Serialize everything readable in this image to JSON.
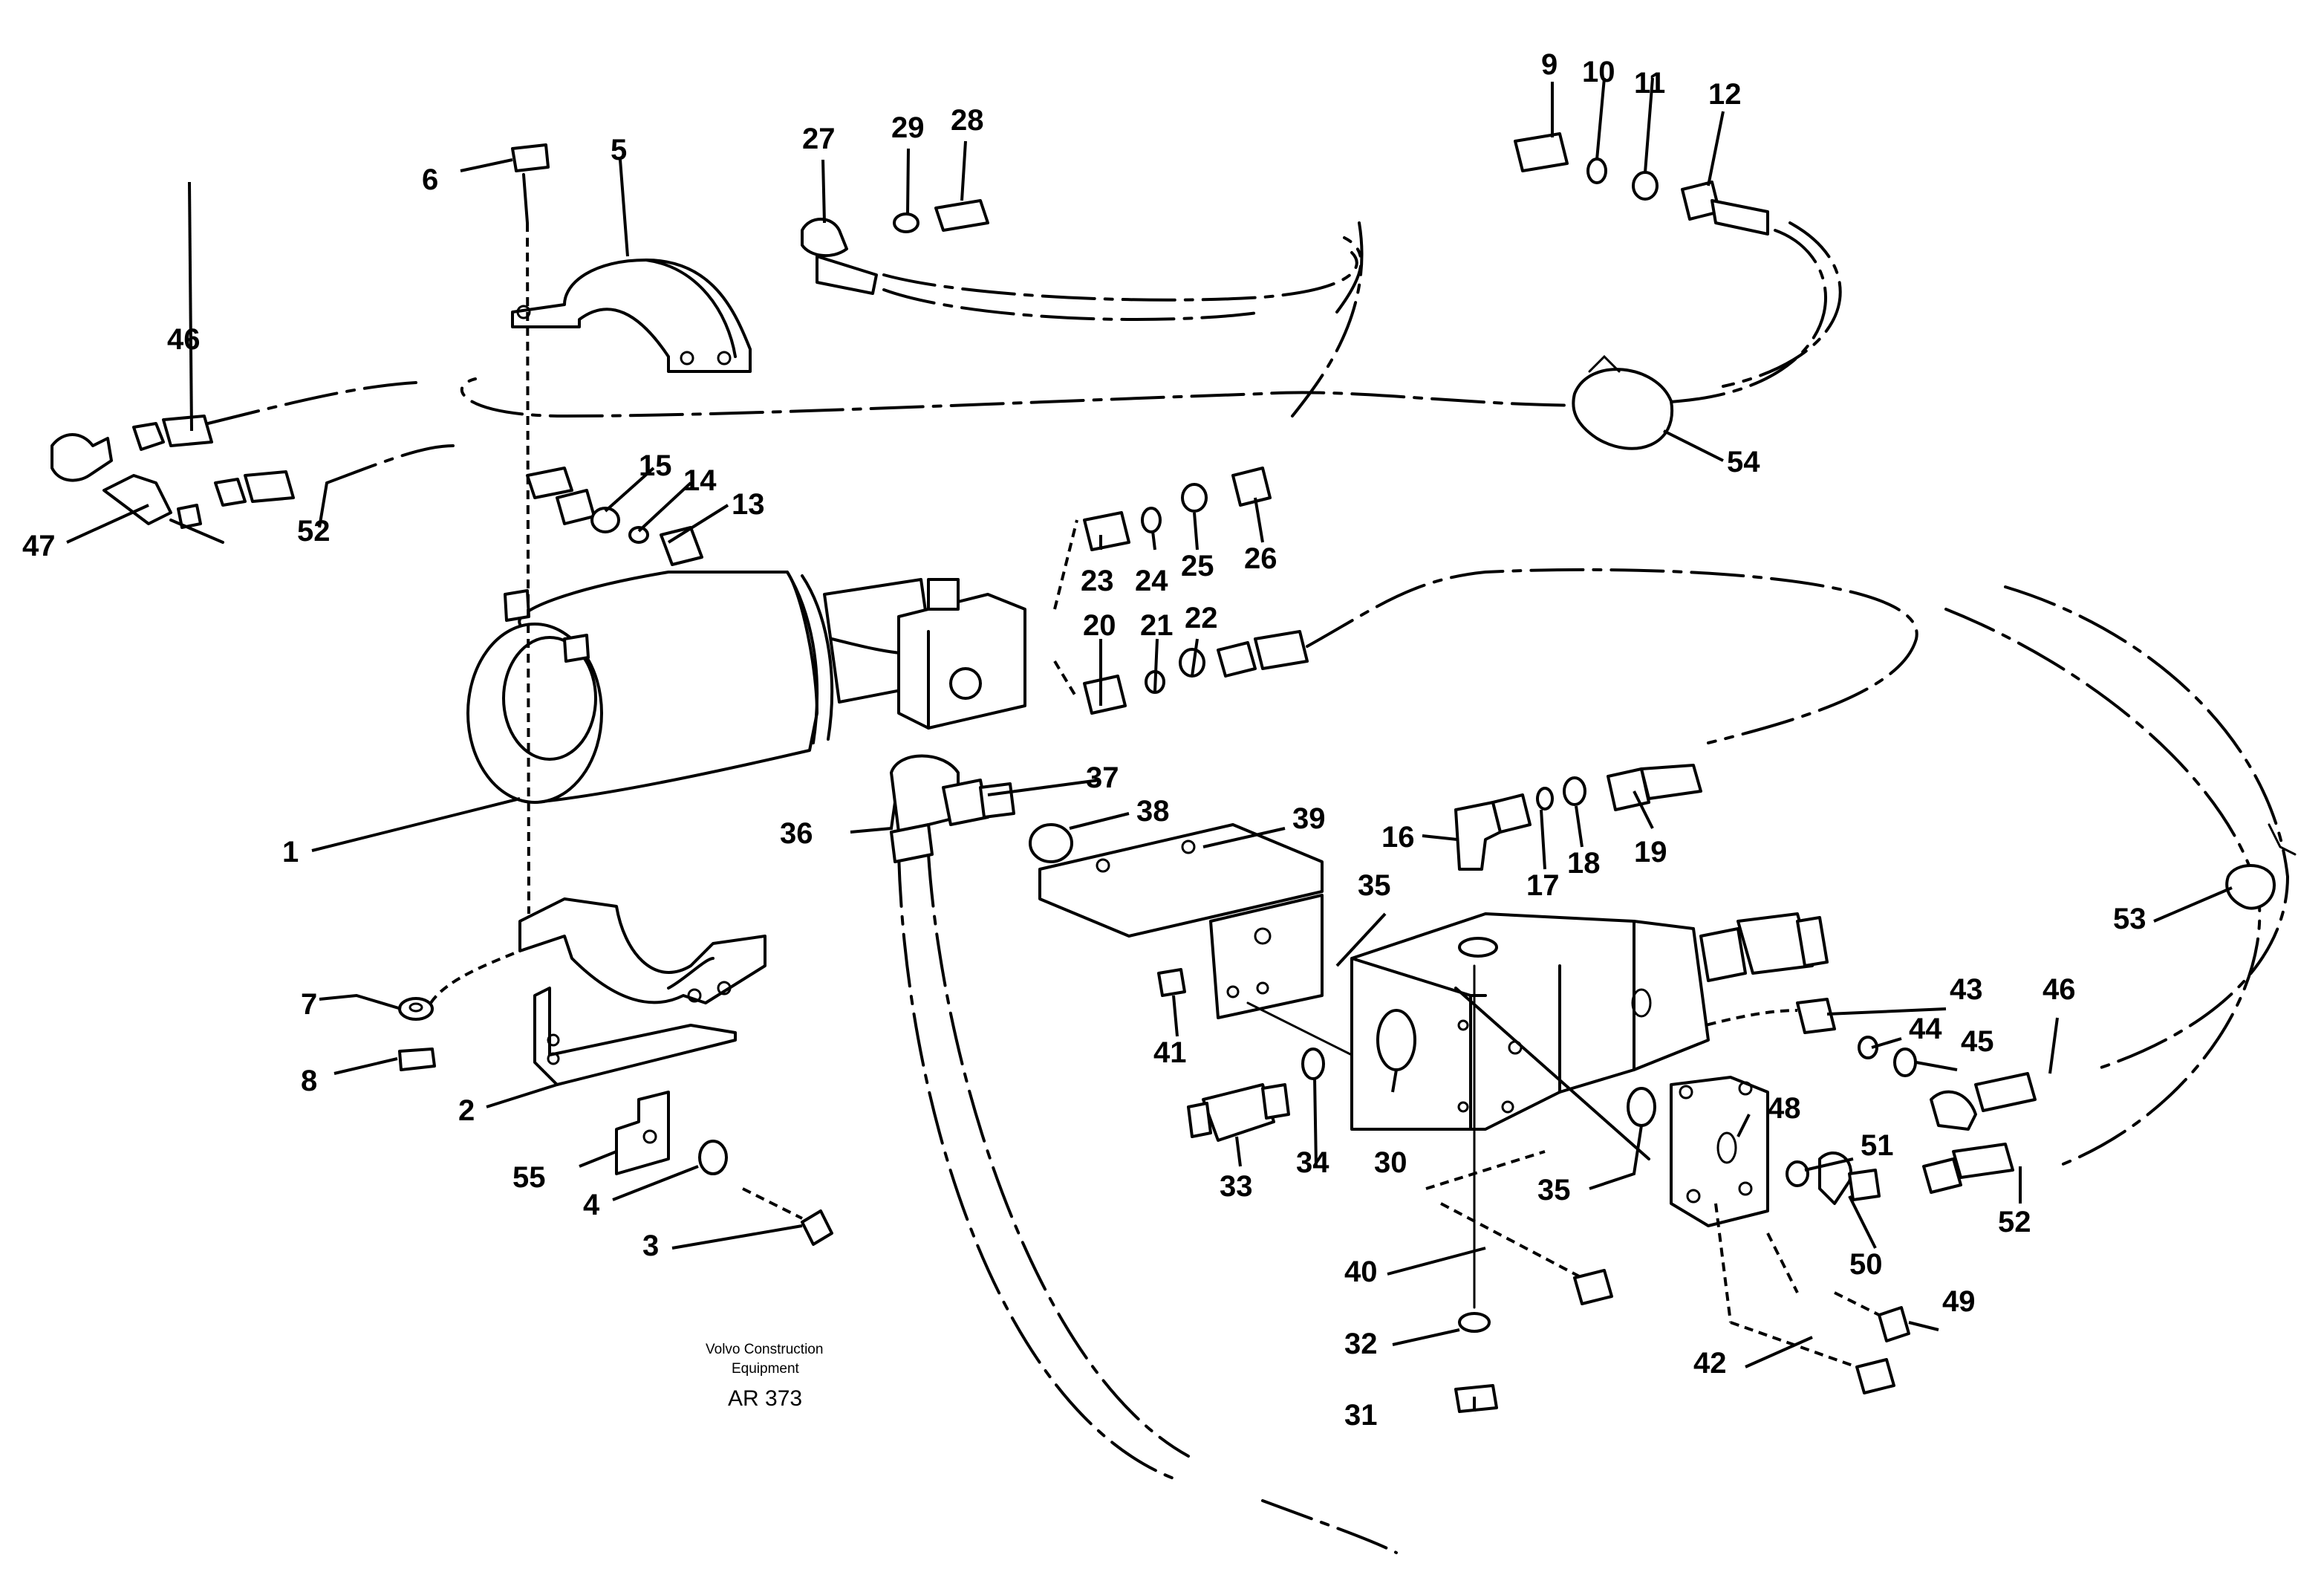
{
  "credit": {
    "line1": "Volvo Construction",
    "line2": "Equipment",
    "ref": "AR 373"
  },
  "callouts": [
    {
      "id": "c1",
      "text": "1"
    },
    {
      "id": "c2",
      "text": "2"
    },
    {
      "id": "c3",
      "text": "3"
    },
    {
      "id": "c4",
      "text": "4"
    },
    {
      "id": "c5",
      "text": "5"
    },
    {
      "id": "c6",
      "text": "6"
    },
    {
      "id": "c7",
      "text": "7"
    },
    {
      "id": "c8",
      "text": "8"
    },
    {
      "id": "c9",
      "text": "9"
    },
    {
      "id": "c10",
      "text": "10"
    },
    {
      "id": "c11",
      "text": "11"
    },
    {
      "id": "c12",
      "text": "12"
    },
    {
      "id": "c13",
      "text": "13"
    },
    {
      "id": "c14",
      "text": "14"
    },
    {
      "id": "c15",
      "text": "15"
    },
    {
      "id": "c16",
      "text": "16"
    },
    {
      "id": "c17",
      "text": "17"
    },
    {
      "id": "c18",
      "text": "18"
    },
    {
      "id": "c19",
      "text": "19"
    },
    {
      "id": "c20",
      "text": "20"
    },
    {
      "id": "c21",
      "text": "21"
    },
    {
      "id": "c22",
      "text": "22"
    },
    {
      "id": "c23",
      "text": "23"
    },
    {
      "id": "c24",
      "text": "24"
    },
    {
      "id": "c25",
      "text": "25"
    },
    {
      "id": "c26",
      "text": "26"
    },
    {
      "id": "c27",
      "text": "27"
    },
    {
      "id": "c28",
      "text": "28"
    },
    {
      "id": "c29",
      "text": "29"
    },
    {
      "id": "c30",
      "text": "30"
    },
    {
      "id": "c31",
      "text": "31"
    },
    {
      "id": "c32",
      "text": "32"
    },
    {
      "id": "c33",
      "text": "33"
    },
    {
      "id": "c34",
      "text": "34"
    },
    {
      "id": "c35a",
      "text": "35"
    },
    {
      "id": "c35b",
      "text": "35"
    },
    {
      "id": "c36",
      "text": "36"
    },
    {
      "id": "c37",
      "text": "37"
    },
    {
      "id": "c38",
      "text": "38"
    },
    {
      "id": "c39",
      "text": "39"
    },
    {
      "id": "c40",
      "text": "40"
    },
    {
      "id": "c41",
      "text": "41"
    },
    {
      "id": "c42",
      "text": "42"
    },
    {
      "id": "c43",
      "text": "43"
    },
    {
      "id": "c44",
      "text": "44"
    },
    {
      "id": "c45",
      "text": "45"
    },
    {
      "id": "c46a",
      "text": "46"
    },
    {
      "id": "c46b",
      "text": "46"
    },
    {
      "id": "c47",
      "text": "47"
    },
    {
      "id": "c48",
      "text": "48"
    },
    {
      "id": "c49",
      "text": "49"
    },
    {
      "id": "c50",
      "text": "50"
    },
    {
      "id": "c51",
      "text": "51"
    },
    {
      "id": "c52a",
      "text": "52"
    },
    {
      "id": "c52b",
      "text": "52"
    },
    {
      "id": "c53",
      "text": "53"
    },
    {
      "id": "c54",
      "text": "54"
    },
    {
      "id": "c55",
      "text": "55"
    }
  ]
}
